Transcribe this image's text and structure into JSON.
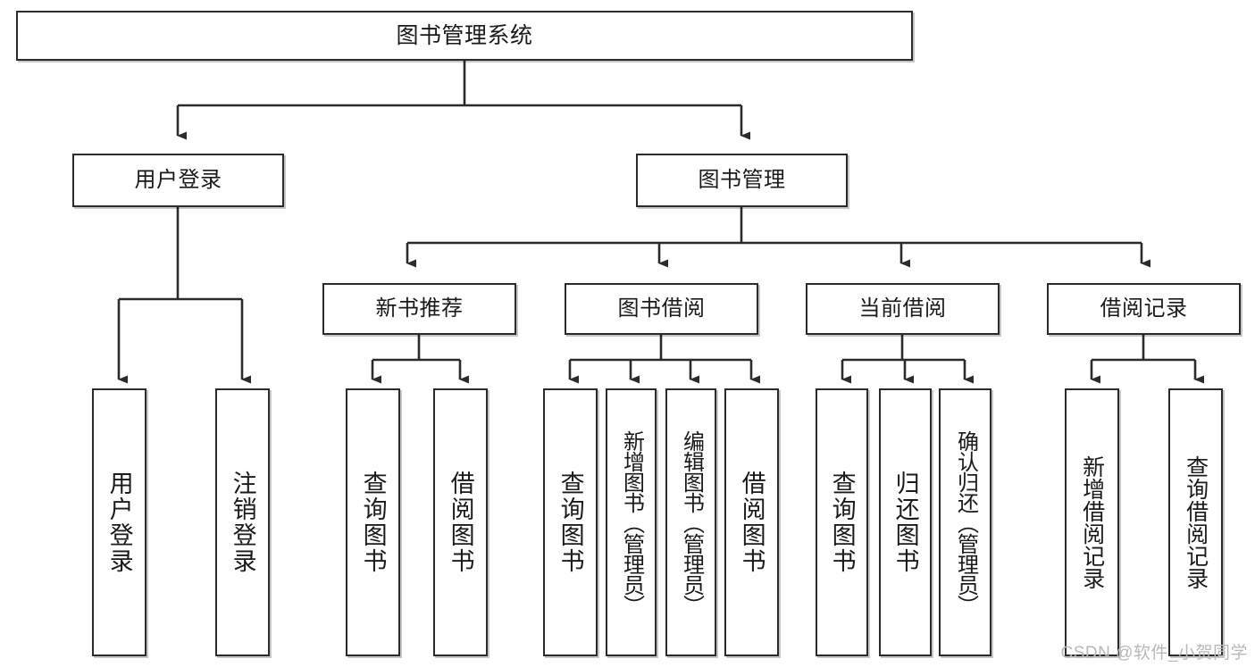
{
  "diagram": {
    "type": "tree-hierarchy-chart",
    "title": "图书管理系统",
    "colors": {
      "stroke": "#2b2b2b",
      "fill": "#ffffff",
      "text": "#1a1a1a",
      "watermark": "#b9b9b9",
      "background": "#ffffff"
    },
    "root": {
      "label": "图书管理系统"
    },
    "tier1": [
      {
        "id": "user-login",
        "label": "用户登录"
      },
      {
        "id": "book-management",
        "label": "图书管理"
      }
    ],
    "tier2": [
      {
        "id": "new-book-recommend",
        "label": "新书推荐"
      },
      {
        "id": "book-borrow",
        "label": "图书借阅"
      },
      {
        "id": "current-borrow",
        "label": "当前借阅"
      },
      {
        "id": "borrow-record",
        "label": "借阅记录"
      }
    ],
    "leaves": {
      "user_login": [
        {
          "id": "leaf-user-login",
          "label": "用户登录"
        },
        {
          "id": "leaf-logout-login",
          "label": "注销登录"
        }
      ],
      "new_book_recommend": [
        {
          "id": "leaf-query-book-1",
          "label": "查询图书"
        },
        {
          "id": "leaf-borrow-book-1",
          "label": "借阅图书"
        }
      ],
      "book_borrow": [
        {
          "id": "leaf-query-book-2",
          "label": "查询图书"
        },
        {
          "id": "leaf-add-book-admin",
          "label": "新增图书（管理员）"
        },
        {
          "id": "leaf-edit-book-admin",
          "label": "编辑图书（管理员）"
        },
        {
          "id": "leaf-borrow-book-2",
          "label": "借阅图书"
        }
      ],
      "current_borrow": [
        {
          "id": "leaf-query-book-3",
          "label": "查询图书"
        },
        {
          "id": "leaf-return-book",
          "label": "归还图书"
        },
        {
          "id": "leaf-confirm-return-admin",
          "label": "确认归还（管理员）"
        }
      ],
      "borrow_record": [
        {
          "id": "leaf-add-borrow-record",
          "label": "新增借阅记录"
        },
        {
          "id": "leaf-query-borrow-record",
          "label": "查询借阅记录"
        }
      ]
    },
    "watermark": "CSDN @软件_小贺同学"
  }
}
